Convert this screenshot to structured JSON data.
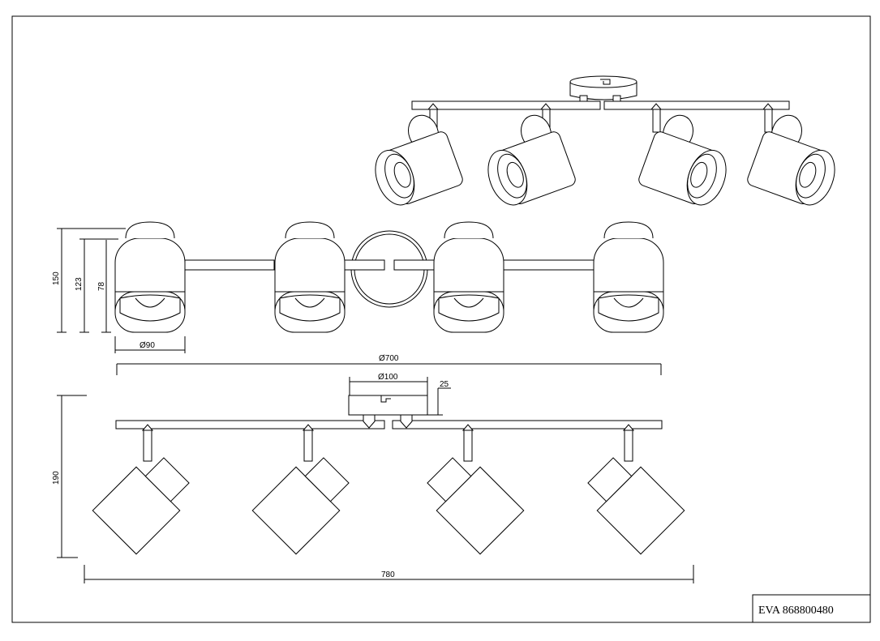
{
  "title_block": {
    "text": "EVA  868800480"
  },
  "dimensions": {
    "height_150": "150",
    "height_123": "123",
    "height_78": "78",
    "shade_dia": "Ø90",
    "overall_dia": "Ø700",
    "canopy_dia": "Ø100",
    "canopy_height": "25",
    "height_190": "190",
    "width_780": "780"
  }
}
